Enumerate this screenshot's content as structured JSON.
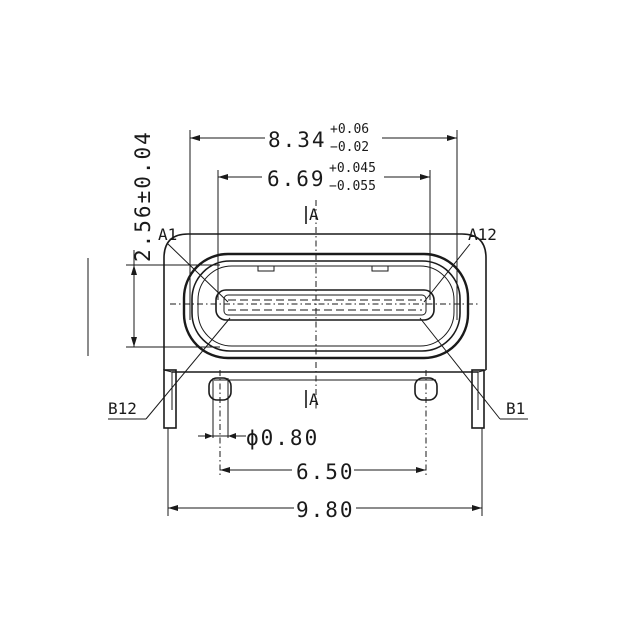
{
  "dimensions": {
    "outer_width": {
      "nominal": "8.34",
      "tol_plus": "+0.06",
      "tol_minus": "−0.02"
    },
    "inner_width": {
      "nominal": "6.69",
      "tol_plus": "+0.045",
      "tol_minus": "−0.055"
    },
    "height": "2.56±0.04",
    "pin_diameter": "ϕ0.80",
    "pin_pitch": "6.50",
    "overall_width": "9.80"
  },
  "pin_labels": {
    "a1": "A1",
    "a12": "A12",
    "b12": "B12",
    "b1": "B1"
  },
  "section_marks": {
    "top": "A",
    "bottom": "A"
  },
  "colors": {
    "line": "#1a1a1a",
    "background": "#ffffff"
  }
}
